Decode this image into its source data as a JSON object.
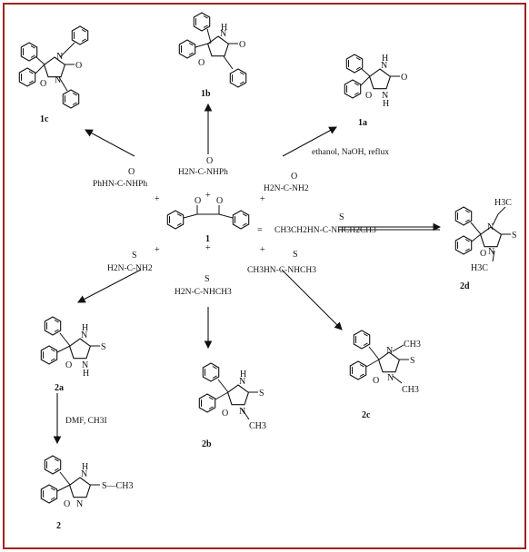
{
  "frame_color": "#a02323",
  "compounds": {
    "c1c": "1c",
    "c1b": "1b",
    "c1a": "1a",
    "c1": "1",
    "c2d": "2d",
    "c2a": "2a",
    "c2b": "2b",
    "c2c": "2c",
    "c2": "2"
  },
  "reagents": {
    "phenylurea_left": "PhHN-C-NHPh",
    "phenylurea_mid": "H2N-C-NHPh",
    "urea": "H2N-C-NH2",
    "propyl_thiourea": "CH3CH2HN-C-NHCH2CH3",
    "thiourea": "H2N-C-NH2",
    "methylthiourea": "H2N-C-NHCH3",
    "dimethylthiourea": "CH3HN-C-NHCH3"
  },
  "conditions": {
    "to_1a": "ethanol, NaOH, reflux",
    "to_2": "DMF, CH3I"
  },
  "atoms": {
    "O": "O",
    "N": "N",
    "H": "H",
    "S": "S",
    "CH3": "CH3",
    "H3C": "H3C",
    "plus": "+",
    "S_CH3": "S—CH3",
    "eq": "="
  }
}
